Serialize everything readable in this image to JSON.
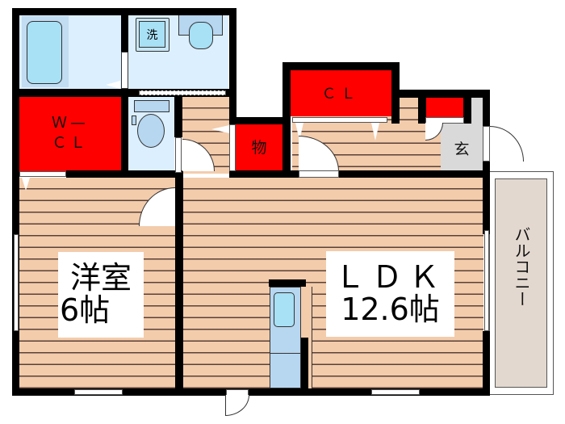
{
  "floor_plan": {
    "rooms": {
      "western_room": {
        "name": "洋室",
        "size": "6帖"
      },
      "ldk": {
        "name": "ＬＤＫ",
        "size": "12.6帖"
      },
      "walk_in_closet": {
        "line1": "Ｗ—",
        "line2": "ＣＬ"
      },
      "closet": {
        "name": "ＣＬ"
      },
      "storage": {
        "name": "物"
      },
      "entrance": {
        "name": "玄"
      },
      "balcony": {
        "name": "バルコニー"
      },
      "washer": {
        "name": "洗"
      }
    },
    "colors": {
      "wall": "#000000",
      "floor_wood": "#f3ccac",
      "floor_line": "#5a4036",
      "wet_area": "#dcefff",
      "closet_red": "#ff0000",
      "entrance_gray": "#d9d9d9",
      "balcony": "#e3d8cf",
      "fixture_blue": "#a8e0f5"
    }
  }
}
